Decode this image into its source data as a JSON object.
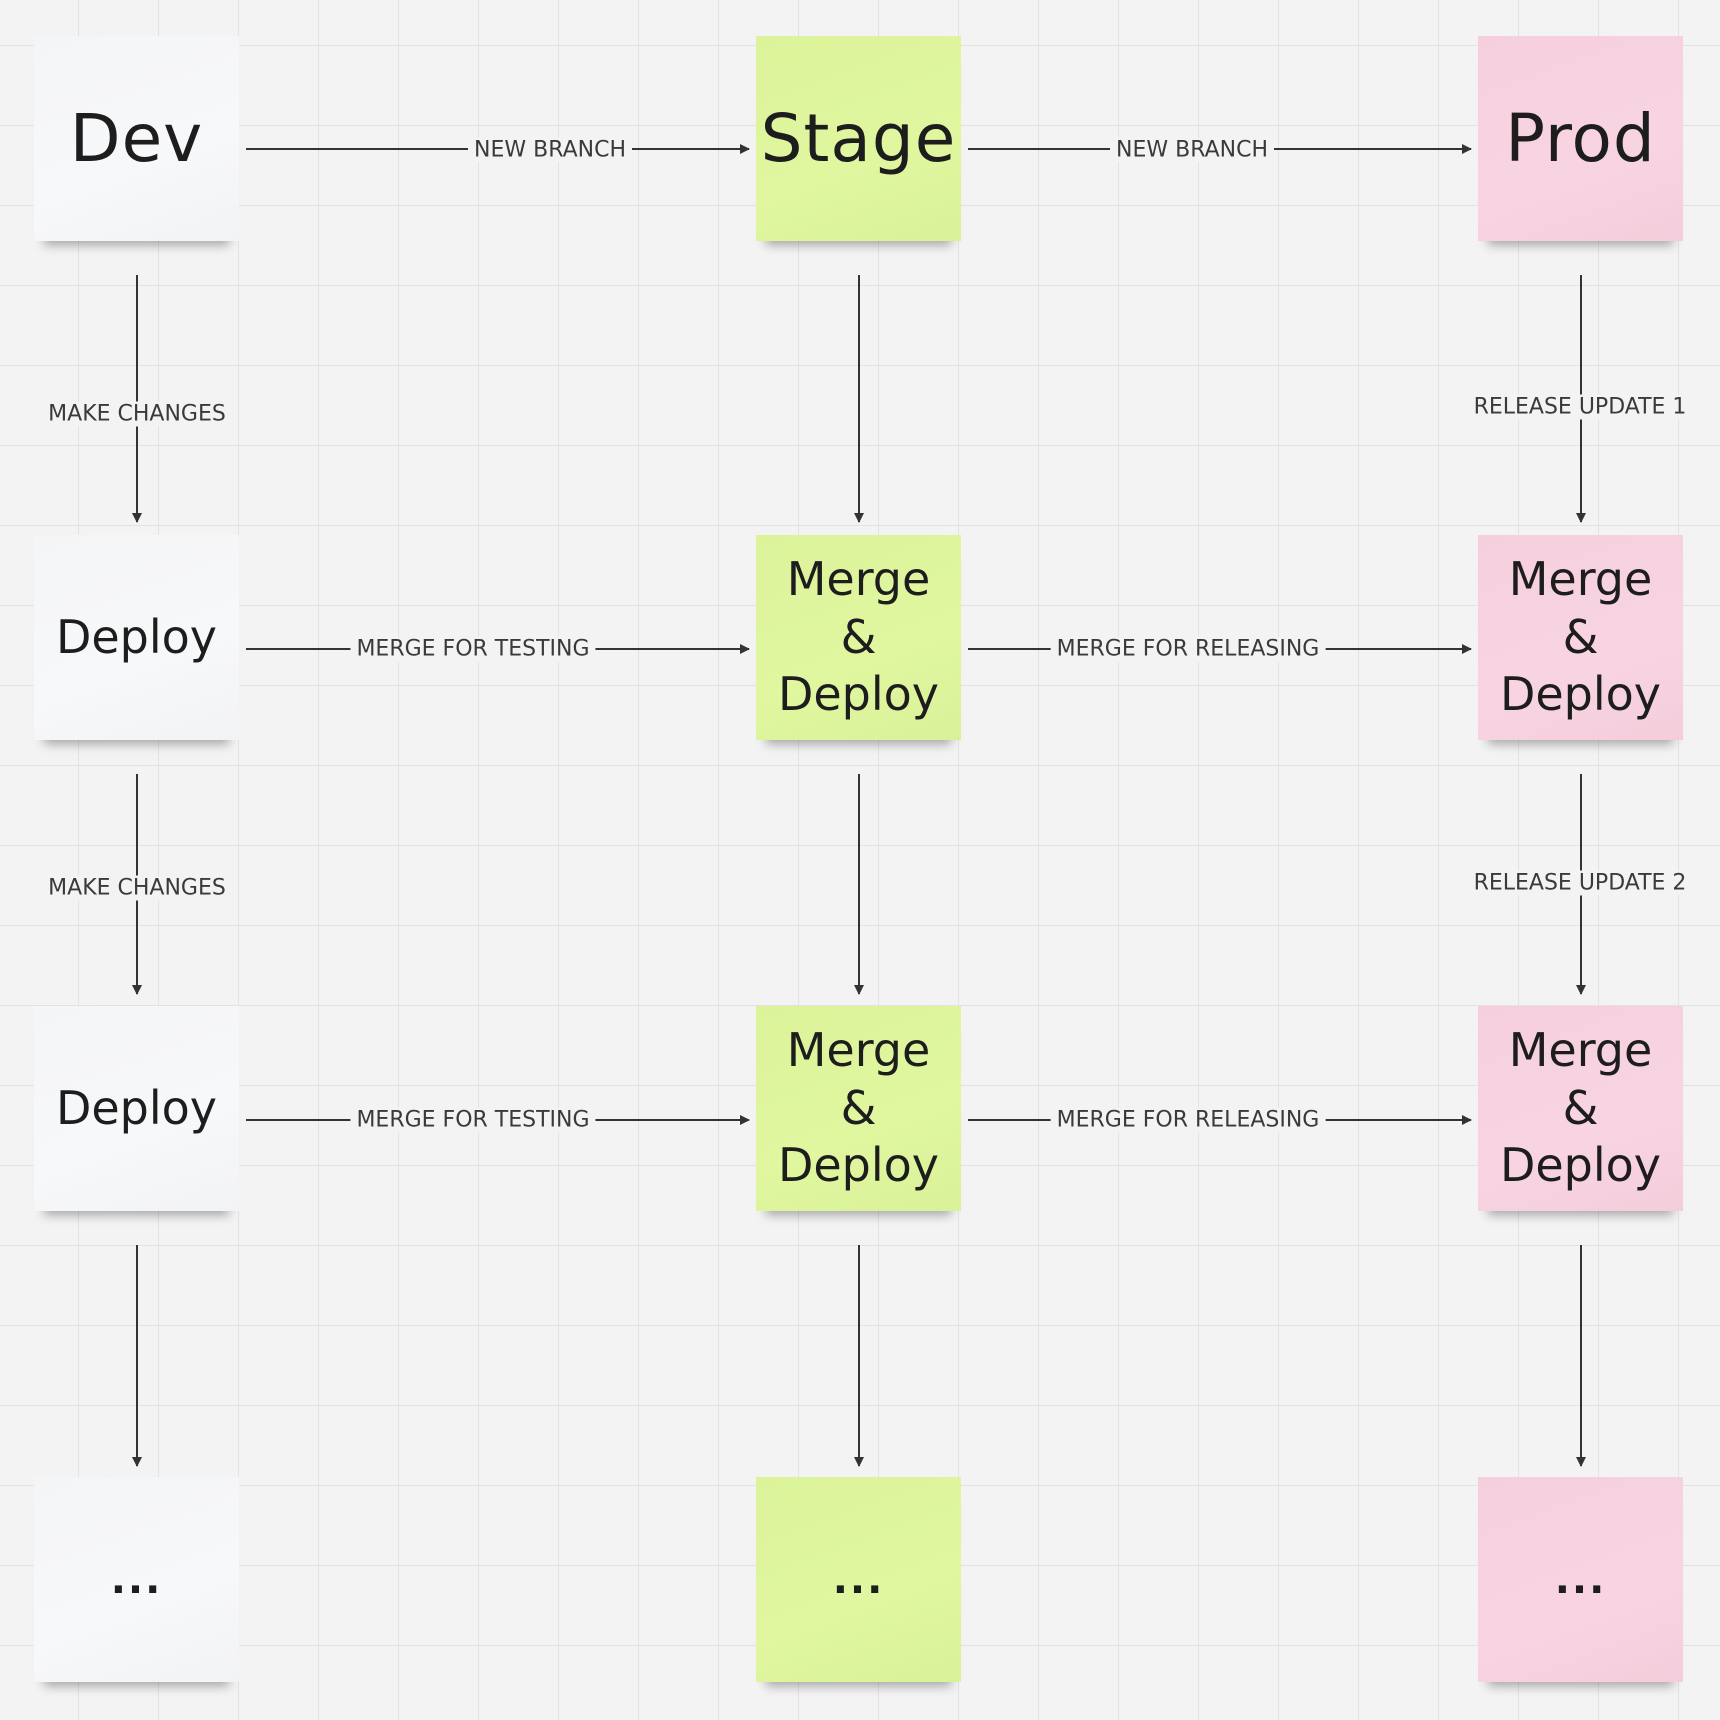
{
  "colors": {
    "dev_note": "#f6f7f9",
    "stage_note": "#ddf59d",
    "prod_note": "#f7d2e0",
    "connector": "#333333"
  },
  "columns": {
    "dev": [
      "Dev",
      "Deploy",
      "Deploy",
      "..."
    ],
    "stage": [
      "Stage",
      "Merge &\nDeploy",
      "Merge &\nDeploy",
      "..."
    ],
    "prod": [
      "Prod",
      "Merge &\nDeploy",
      "Merge &\nDeploy",
      "..."
    ]
  },
  "labels": {
    "dev_stage_1": "NEW BRANCH",
    "stage_prod_1": "NEW BRANCH",
    "dev_stage_2": "MERGE FOR TESTING",
    "stage_prod_2": "MERGE FOR RELEASING",
    "dev_stage_3": "MERGE FOR TESTING",
    "stage_prod_3": "MERGE FOR RELEASING",
    "dev_down_1": "MAKE CHANGES",
    "dev_down_2": "MAKE CHANGES",
    "prod_down_1": "RELEASE UPDATE 1",
    "prod_down_2": "RELEASE UPDATE 2"
  }
}
